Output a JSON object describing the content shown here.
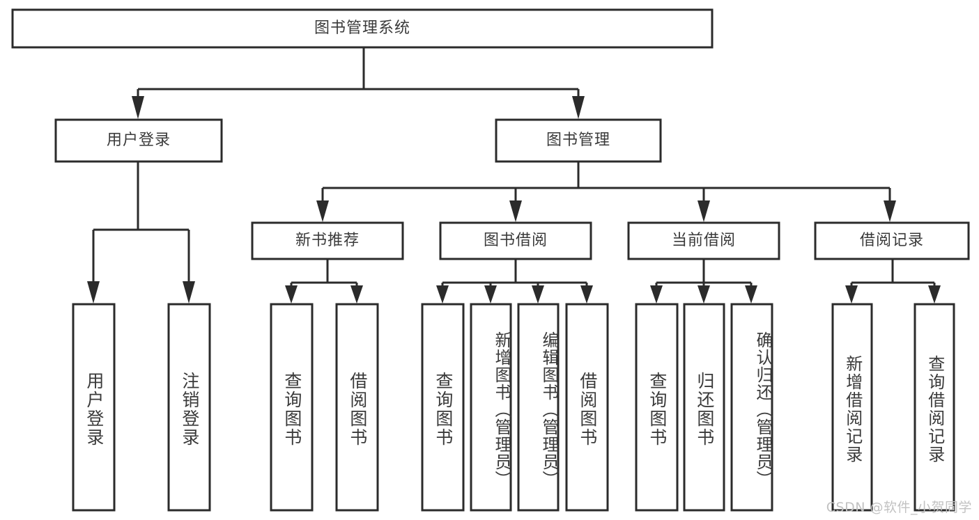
{
  "diagram": {
    "title": "图书管理系统",
    "type": "功能结构图",
    "theme": {
      "box_fill": "#ffffff",
      "box_stroke": "#2b2b2b",
      "text_color": "#3a3a3a",
      "line_color": "#2b2b2b",
      "background": "#ffffff",
      "watermark_color": "#c2c2c2"
    },
    "watermark": "CSDN @软件_小贺同学",
    "root": {
      "label": "图书管理系统"
    },
    "level1": [
      {
        "label": "用户登录"
      },
      {
        "label": "图书管理"
      }
    ],
    "level2": [
      {
        "label": "新书推荐"
      },
      {
        "label": "图书借阅"
      },
      {
        "label": "当前借阅"
      },
      {
        "label": "借阅记录"
      }
    ],
    "leaves": {
      "user_login": [
        {
          "label": "用户登录"
        },
        {
          "label": "注销登录"
        }
      ],
      "new_book_recommend": [
        {
          "label": "查询图书"
        },
        {
          "label": "借阅图书"
        }
      ],
      "book_borrow": [
        {
          "label": "查询图书"
        },
        {
          "label": "新增图书（管理员）"
        },
        {
          "label": "编辑图书（管理员）"
        },
        {
          "label": "借阅图书"
        }
      ],
      "current_borrow": [
        {
          "label": "查询图书"
        },
        {
          "label": "归还图书"
        },
        {
          "label": "确认归还（管理员）"
        }
      ],
      "borrow_record": [
        {
          "label": "新增借阅记录"
        },
        {
          "label": "查询借阅记录"
        }
      ]
    }
  }
}
